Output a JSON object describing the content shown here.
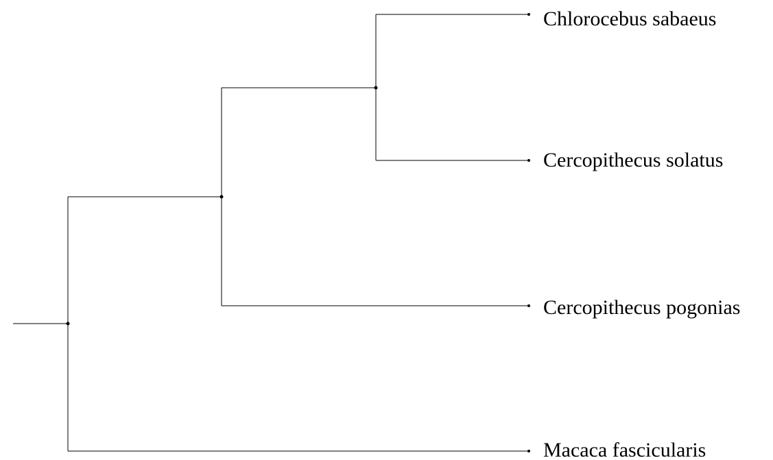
{
  "tree": {
    "taxa": [
      "Chlorocebus sabaeus",
      "Cercopithecus solatus",
      "Cercopithecus pogonias",
      "Macaca fascicularis"
    ],
    "newick": "((((Chlorocebus sabaeus,Cercopithecus solatus),Cercopithecus pogonias),Macaca fascicularis));",
    "line_color": "#000000",
    "background": "#ffffff"
  }
}
